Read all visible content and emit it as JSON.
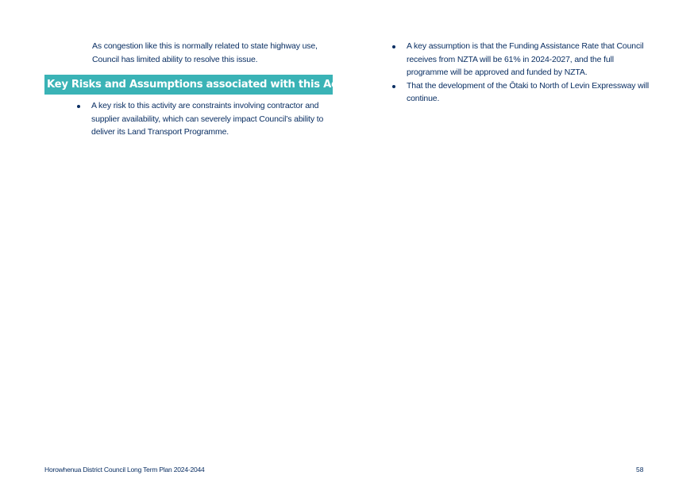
{
  "left_column": {
    "paragraph": "As congestion like this is normally related to state highway use, Council has limited ability to resolve this issue.",
    "heading": "Key Risks and Assumptions associated with this Activity",
    "bullets": [
      "A key risk to this activity are constraints involving contractor and supplier availability, which can severely impact Council’s ability to deliver its Land Transport Programme."
    ]
  },
  "right_column": {
    "bullets": [
      "A key assumption is that the Funding Assistance Rate that Council receives from NZTA will be 61% in 2024-2027, and the full programme will be approved and funded by NZTA.",
      "That the development of the Ōtaki to North of Levin Expressway will continue."
    ]
  },
  "footer": {
    "document_title": "Horowhenua District Council Long Term Plan 2024-2044",
    "page_number": "58"
  },
  "colors": {
    "text": "#0a2f63",
    "heading_background": "#3ab3b6",
    "heading_text": "#ffffff"
  }
}
